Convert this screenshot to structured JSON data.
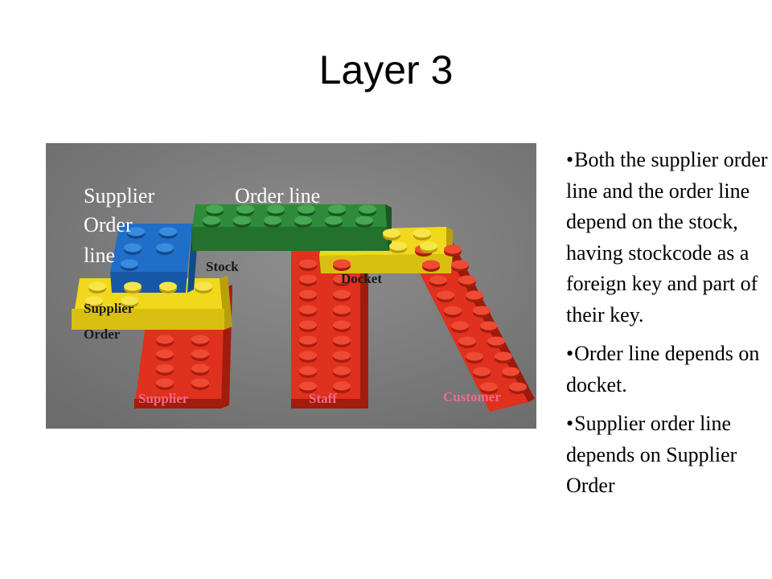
{
  "title": "Layer 3",
  "diagram": {
    "labels": {
      "supplier_order_line": [
        "Supplier",
        "Order",
        "line"
      ],
      "order_line": "Order line",
      "stock": "Stock",
      "docket": "Docket",
      "supplier_order": [
        "Supplier",
        "Order"
      ],
      "supplier": "Supplier",
      "staff": "Staff",
      "customer": "Customer"
    },
    "colors": {
      "background": "#7a7a7a",
      "red": "#e0301e",
      "yellow": "#f2d81c",
      "blue": "#1f6fc9",
      "green": "#2e8b3a",
      "pink_label": "#f06a8a"
    }
  },
  "bullets": [
    "Both the supplier order line and the order line depend on the stock, having stockcode as a foreign key and part of their key.",
    "Order line depends on docket.",
    "Supplier order line depends on Supplier Order"
  ]
}
